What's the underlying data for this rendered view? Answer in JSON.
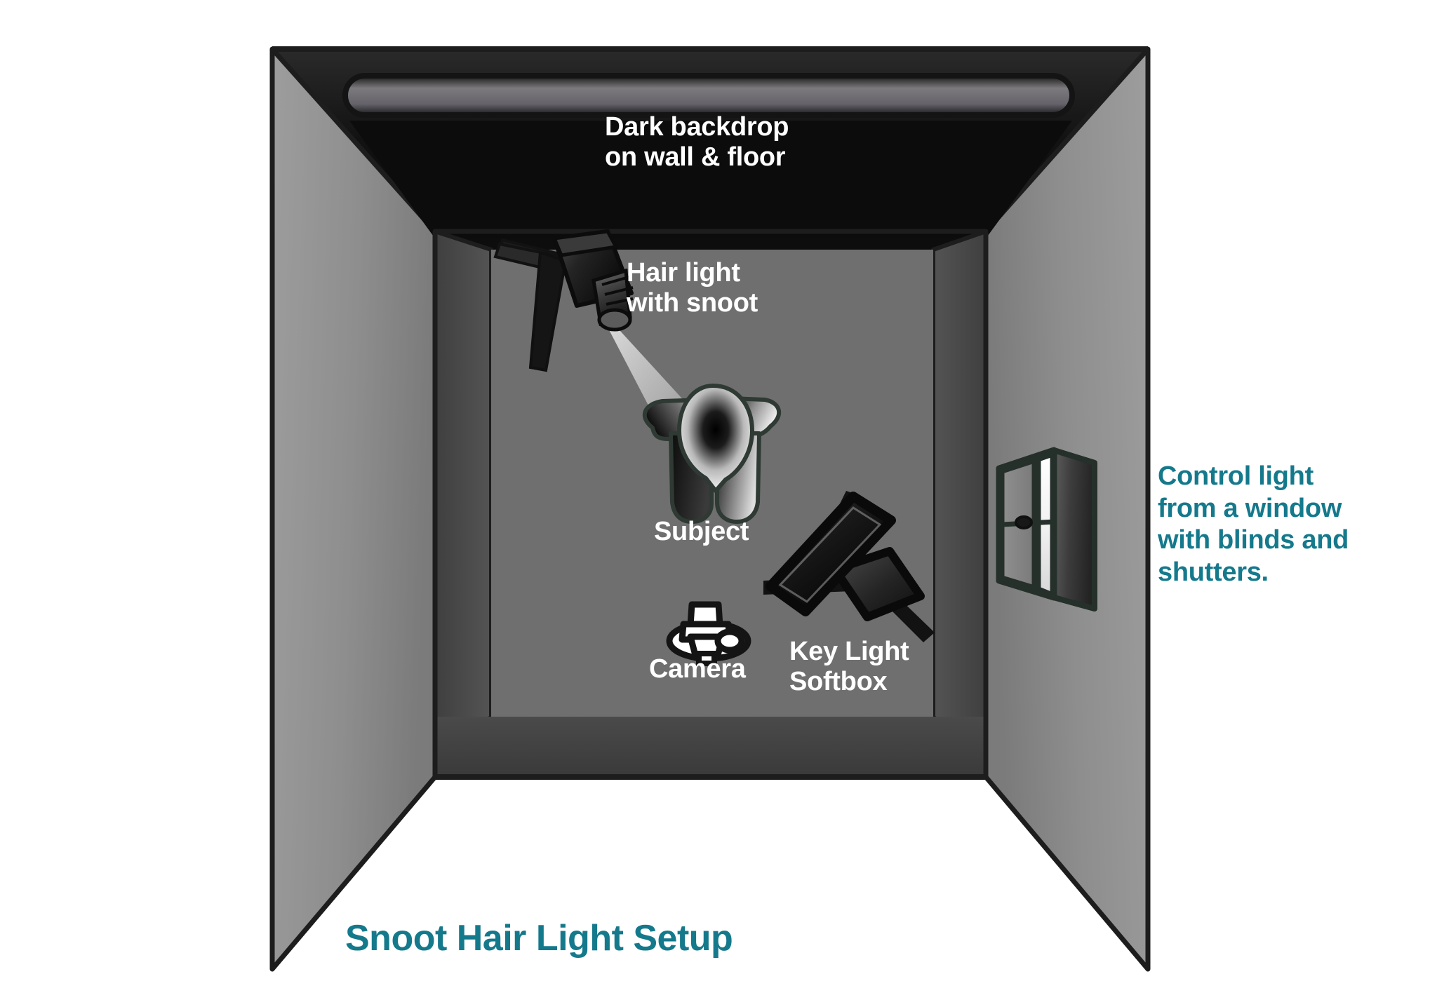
{
  "diagram": {
    "title": "Snoot Hair Light Setup",
    "title_color": "#15798c",
    "annotation_color_primary": "#ffffff",
    "background_color": "#ffffff",
    "labels": {
      "backdrop": "Dark backdrop\non wall & floor",
      "hair_light": "Hair light\nwith snoot",
      "subject": "Subject",
      "camera": "Camera",
      "key_light": "Key Light\nSoftbox",
      "window": "Control light\nfrom a window\nwith blinds and\nshutters."
    },
    "elements": {
      "backdrop_roll": "backdrop-roll",
      "ceiling": "dark-ceiling",
      "left_wall": "left-wall",
      "right_wall": "right-wall",
      "back_wall": "dark-back-wall",
      "floor": "dark-floor",
      "hair_light_fixture": "snoot-light-on-stand",
      "light_beam": "snoot-light-beam",
      "subject_figure": "subject-top-down",
      "camera_figure": "camera-on-tripod-top-down",
      "softbox_figure": "softbox-on-stand",
      "window_figure": "window-with-shutter"
    },
    "colors": {
      "wall_gray": "#8a8a8a",
      "room_interior_gray": "#6e6e6e",
      "dark_backdrop": "#141414",
      "outline": "#1c1c1c",
      "teal": "#15798c"
    }
  }
}
